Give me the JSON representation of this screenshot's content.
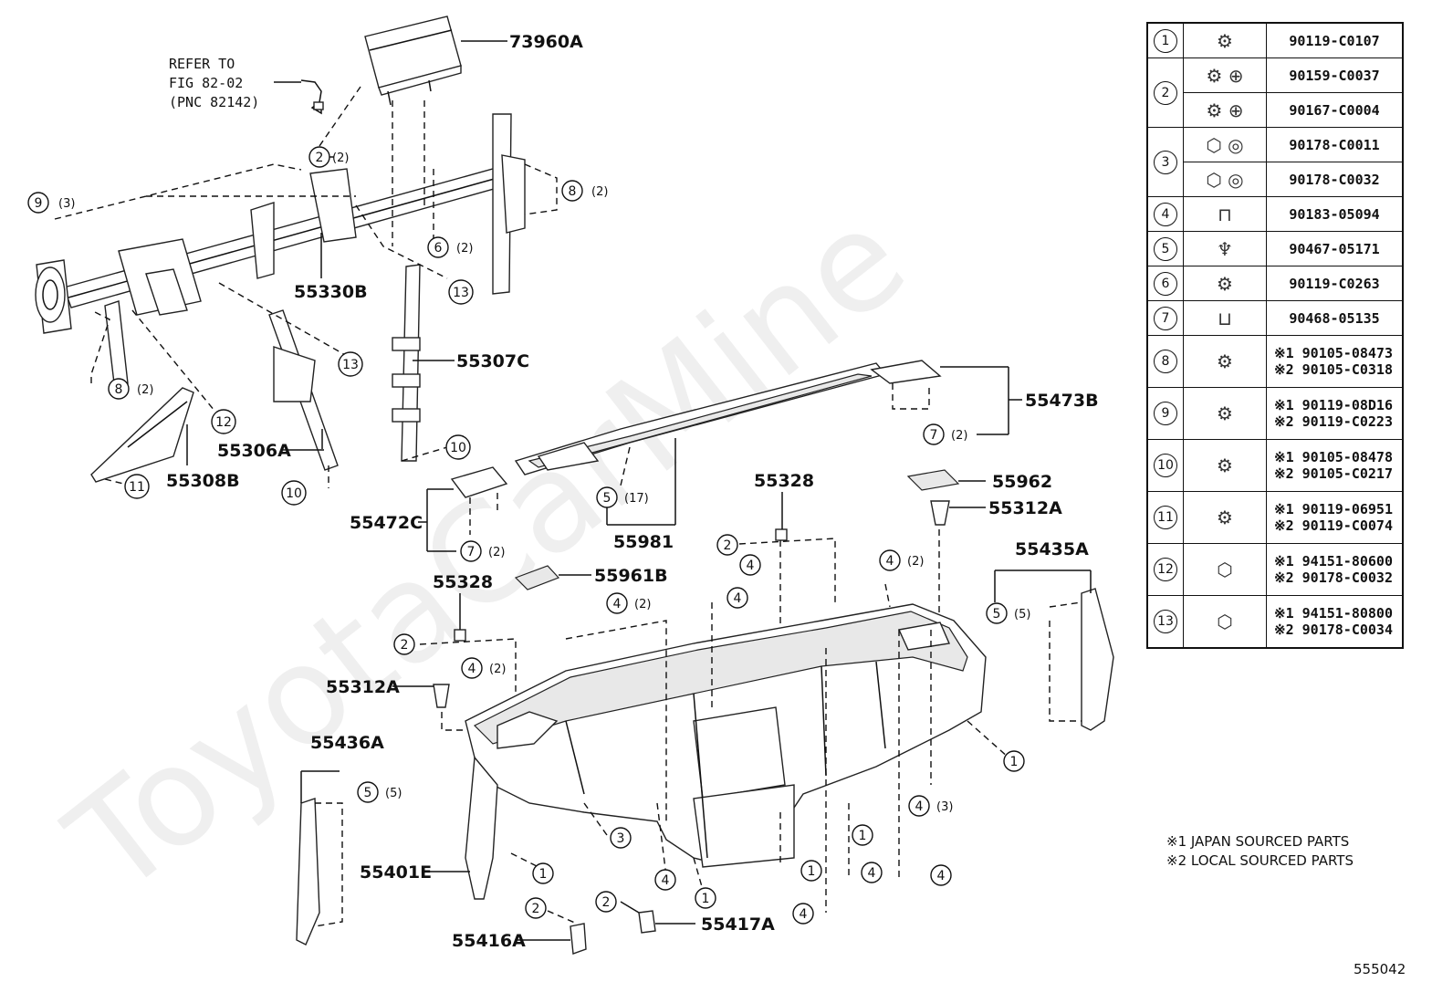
{
  "watermark": "ToyotaCarMine",
  "drawing_code": "555042",
  "refer_note": [
    "REFER TO",
    "FIG 82-02",
    "(PNC 82142)"
  ],
  "notes": [
    "※1 JAPAN SOURCED PARTS",
    "※2 LOCAL SOURCED PARTS"
  ],
  "part_labels": {
    "p73960A": "73960A",
    "p55330B": "55330B",
    "p55307C": "55307C",
    "p55473B": "55473B",
    "p55306A": "55306A",
    "p55308B": "55308B",
    "p55472C": "55472C",
    "p55981": "55981",
    "p55328a": "55328",
    "p55328b": "55328",
    "p55962": "55962",
    "p55312Aa": "55312A",
    "p55312Ab": "55312A",
    "p55961B": "55961B",
    "p55435A": "55435A",
    "p55436A": "55436A",
    "p55401E": "55401E",
    "p55416A": "55416A",
    "p55417A": "55417A"
  },
  "callouts": {
    "c1": "1",
    "c2": "2",
    "c3": "3",
    "c4": "4",
    "c5": "5",
    "c6": "6",
    "c7": "7",
    "c8": "8",
    "c9": "9",
    "c10": "10",
    "c11": "11",
    "c12": "12",
    "c13": "13"
  },
  "quantities": {
    "q2": "(2)",
    "q3": "(3)",
    "q5": "(5)",
    "q17": "(17)"
  },
  "fastener_table": [
    {
      "ref": "1",
      "rows": [
        {
          "icon": "bolt-icon",
          "glyph": "⚙",
          "parts": [
            "90119-C0107"
          ]
        }
      ]
    },
    {
      "ref": "2",
      "rows": [
        {
          "icon": "screw-icon",
          "glyph": "⚙ ⊕",
          "parts": [
            "90159-C0037"
          ]
        },
        {
          "icon": "screw-icon",
          "glyph": "⚙ ⊕",
          "parts": [
            "90167-C0004"
          ]
        }
      ]
    },
    {
      "ref": "3",
      "rows": [
        {
          "icon": "nut-icon",
          "glyph": "⬡ ◎",
          "parts": [
            "90178-C0011"
          ]
        },
        {
          "icon": "nut-icon",
          "glyph": "⬡ ◎",
          "parts": [
            "90178-C0032"
          ]
        }
      ]
    },
    {
      "ref": "4",
      "rows": [
        {
          "icon": "clip-nut-icon",
          "glyph": "⊓",
          "parts": [
            "90183-05094"
          ]
        }
      ]
    },
    {
      "ref": "5",
      "rows": [
        {
          "icon": "clip-icon",
          "glyph": "♆",
          "parts": [
            "90467-05171"
          ]
        }
      ]
    },
    {
      "ref": "6",
      "rows": [
        {
          "icon": "bolt-icon",
          "glyph": "⚙",
          "parts": [
            "90119-C0263"
          ]
        }
      ]
    },
    {
      "ref": "7",
      "rows": [
        {
          "icon": "clip-icon",
          "glyph": "⊔",
          "parts": [
            "90468-05135"
          ]
        }
      ]
    },
    {
      "ref": "8",
      "rows": [
        {
          "icon": "long-bolt-icon",
          "glyph": "⚙",
          "parts": [
            "※1 90105-08473",
            "※2 90105-C0318"
          ]
        }
      ]
    },
    {
      "ref": "9",
      "rows": [
        {
          "icon": "long-bolt-icon",
          "glyph": "⚙",
          "parts": [
            "※1 90119-08D16",
            "※2 90119-C0223"
          ]
        }
      ]
    },
    {
      "ref": "10",
      "rows": [
        {
          "icon": "bolt-icon",
          "glyph": "⚙",
          "parts": [
            "※1 90105-08478",
            "※2 90105-C0217"
          ]
        }
      ]
    },
    {
      "ref": "11",
      "rows": [
        {
          "icon": "long-bolt-icon",
          "glyph": "⚙",
          "parts": [
            "※1 90119-06951",
            "※2 90119-C0074"
          ]
        }
      ]
    },
    {
      "ref": "12",
      "rows": [
        {
          "icon": "nut-icon",
          "glyph": "⬡",
          "parts": [
            "※1 94151-80600",
            "※2 90178-C0032"
          ]
        }
      ]
    },
    {
      "ref": "13",
      "rows": [
        {
          "icon": "nut-icon",
          "glyph": "⬡",
          "parts": [
            "※1 94151-80800",
            "※2 90178-C0034"
          ]
        }
      ]
    }
  ]
}
